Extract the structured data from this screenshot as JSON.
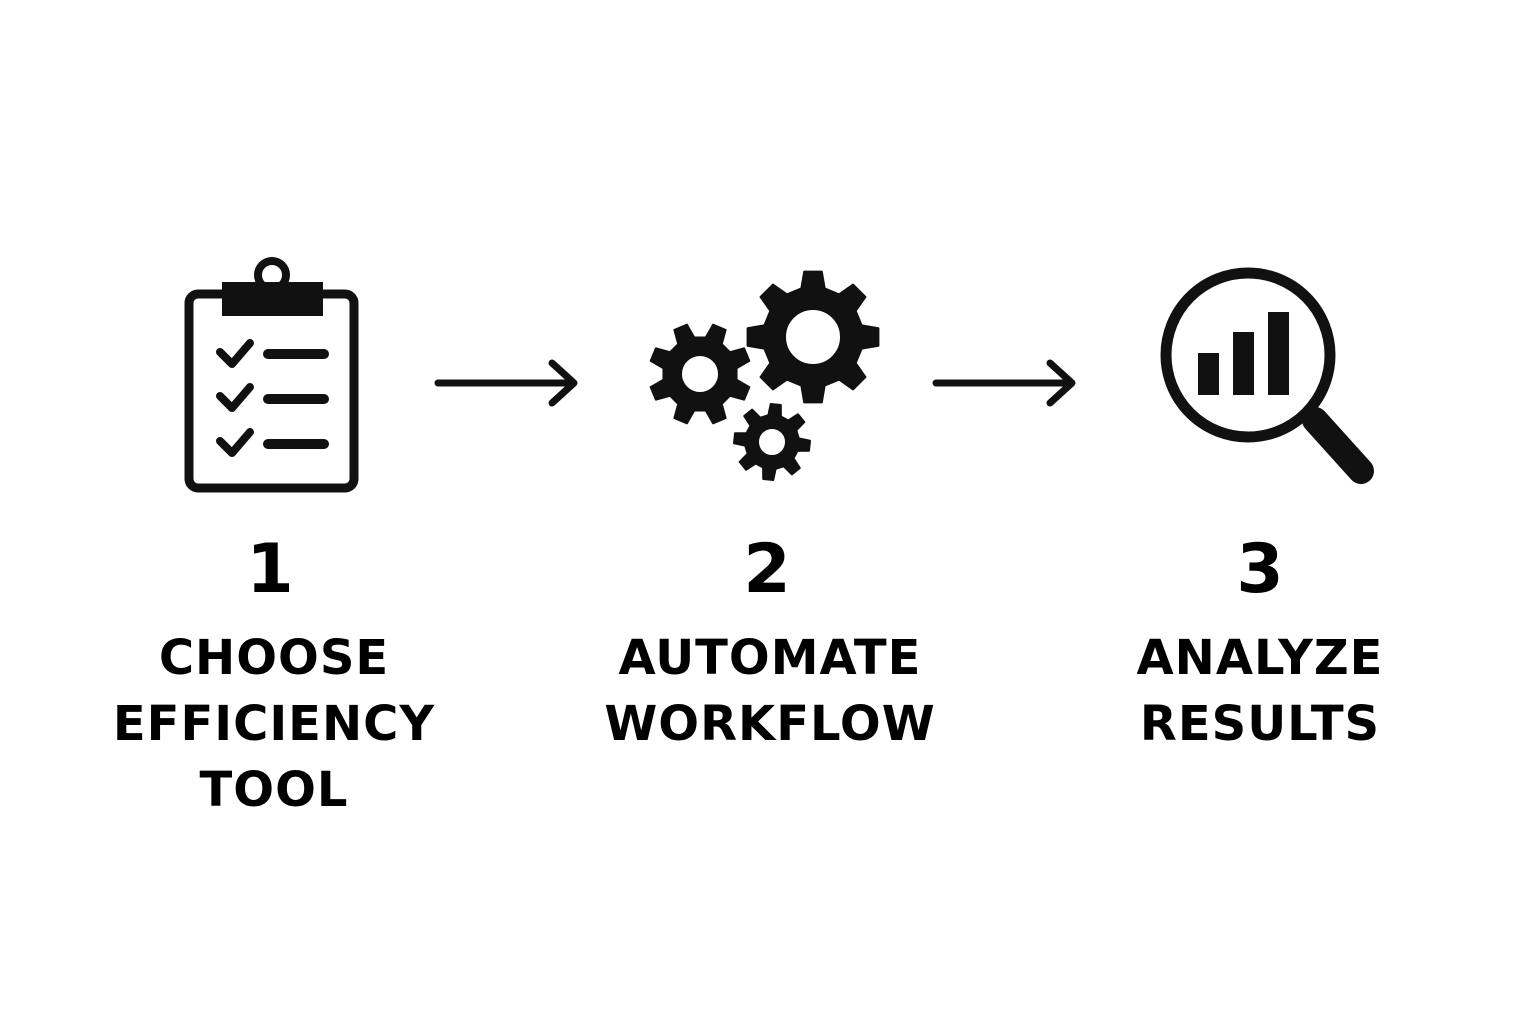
{
  "colors": {
    "background": "#ffffff",
    "ink": "#111111"
  },
  "steps": [
    {
      "number": "1",
      "icon": "clipboard-checklist-icon",
      "label_lines": [
        "CHOOSE",
        "EFFICIENCY",
        "TOOL"
      ]
    },
    {
      "number": "2",
      "icon": "gears-icon",
      "label_lines": [
        "AUTOMATE",
        "WORKFLOW"
      ]
    },
    {
      "number": "3",
      "icon": "magnifier-chart-icon",
      "label_lines": [
        "ANALYZE",
        "RESULTS"
      ]
    }
  ],
  "connectors": [
    "arrow-right-icon",
    "arrow-right-icon"
  ]
}
